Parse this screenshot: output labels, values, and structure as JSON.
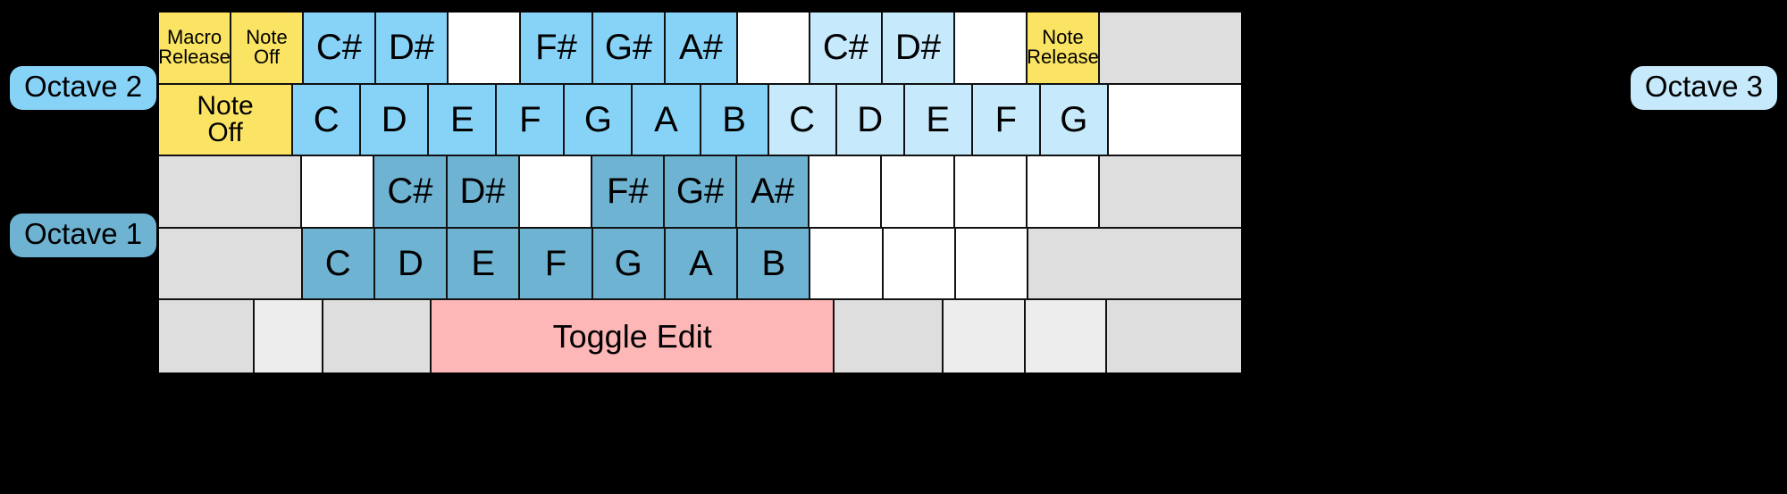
{
  "labels": {
    "octave1": "Octave 1",
    "octave2": "Octave 2",
    "octave3": "Octave 3"
  },
  "colors": {
    "background": "#000000",
    "yellow_special": "#fbe463",
    "octave2_sharp": "#87d3f8",
    "octave2_natural": "#87d3f8",
    "octave3_key": "#c6e9fb",
    "octave1_key": "#6fb3d2",
    "toggle_edit": "#fdb7b7",
    "inactive_gray": "#dedede",
    "inactive_gray_light": "#ededed",
    "blank_white": "#ffffff",
    "key_border": "#111111"
  },
  "keyboard": {
    "rows": [
      {
        "name": "octave2-sharps-row",
        "keys": [
          {
            "label": "Macro\nRelease",
            "color": "c-yellow",
            "size": "t-small",
            "span": 1,
            "interactable": true
          },
          {
            "label": "Note\nOff",
            "color": "c-yellow",
            "size": "t-small",
            "span": 1,
            "interactable": true
          },
          {
            "label": "C#",
            "color": "c-sky",
            "size": "t-note",
            "span": 1,
            "interactable": true
          },
          {
            "label": "D#",
            "color": "c-sky",
            "size": "t-note",
            "span": 1,
            "interactable": true
          },
          {
            "label": "",
            "color": "c-white",
            "size": "t-note",
            "span": 1,
            "interactable": true
          },
          {
            "label": "F#",
            "color": "c-sky",
            "size": "t-note",
            "span": 1,
            "interactable": true
          },
          {
            "label": "G#",
            "color": "c-sky",
            "size": "t-note",
            "span": 1,
            "interactable": true
          },
          {
            "label": "A#",
            "color": "c-sky",
            "size": "t-note",
            "span": 1,
            "interactable": true
          },
          {
            "label": "",
            "color": "c-white",
            "size": "t-note",
            "span": 1,
            "interactable": true
          },
          {
            "label": "C#",
            "color": "c-skylight",
            "size": "t-note",
            "span": 1,
            "interactable": true
          },
          {
            "label": "D#",
            "color": "c-skylight",
            "size": "t-note",
            "span": 1,
            "interactable": true
          },
          {
            "label": "",
            "color": "c-white",
            "size": "t-note",
            "span": 1,
            "interactable": true
          },
          {
            "label": "Note\nRelease",
            "color": "c-yellow",
            "size": "t-small",
            "span": 1,
            "interactable": true
          },
          {
            "label": "",
            "color": "c-gray",
            "size": "t-note",
            "span": 2,
            "interactable": false
          }
        ]
      },
      {
        "name": "octave2-naturals-row",
        "keys": [
          {
            "label": "Note\nOff",
            "color": "c-yellow",
            "size": "t-med",
            "span": 2,
            "interactable": true
          },
          {
            "label": "C",
            "color": "c-sky",
            "size": "t-note",
            "span": 1,
            "interactable": true
          },
          {
            "label": "D",
            "color": "c-sky",
            "size": "t-note",
            "span": 1,
            "interactable": true
          },
          {
            "label": "E",
            "color": "c-sky",
            "size": "t-note",
            "span": 1,
            "interactable": true
          },
          {
            "label": "F",
            "color": "c-sky",
            "size": "t-note",
            "span": 1,
            "interactable": true
          },
          {
            "label": "G",
            "color": "c-sky",
            "size": "t-note",
            "span": 1,
            "interactable": true
          },
          {
            "label": "A",
            "color": "c-sky",
            "size": "t-note",
            "span": 1,
            "interactable": true
          },
          {
            "label": "B",
            "color": "c-sky",
            "size": "t-note",
            "span": 1,
            "interactable": true
          },
          {
            "label": "C",
            "color": "c-skylight",
            "size": "t-note",
            "span": 1,
            "interactable": true
          },
          {
            "label": "D",
            "color": "c-skylight",
            "size": "t-note",
            "span": 1,
            "interactable": true
          },
          {
            "label": "E",
            "color": "c-skylight",
            "size": "t-note",
            "span": 1,
            "interactable": true
          },
          {
            "label": "F",
            "color": "c-skylight",
            "size": "t-note",
            "span": 1,
            "interactable": true
          },
          {
            "label": "G",
            "color": "c-skylight",
            "size": "t-note",
            "span": 1,
            "interactable": true
          },
          {
            "label": "",
            "color": "c-white",
            "size": "t-note",
            "span": 2,
            "interactable": true
          }
        ]
      },
      {
        "name": "octave1-sharps-row",
        "keys": [
          {
            "label": "",
            "color": "c-gray",
            "size": "t-note",
            "span": 2,
            "interactable": false
          },
          {
            "label": "",
            "color": "c-white",
            "size": "t-note",
            "span": 1,
            "interactable": true
          },
          {
            "label": "C#",
            "color": "c-steel",
            "size": "t-note",
            "span": 1,
            "interactable": true
          },
          {
            "label": "D#",
            "color": "c-steel",
            "size": "t-note",
            "span": 1,
            "interactable": true
          },
          {
            "label": "",
            "color": "c-white",
            "size": "t-note",
            "span": 1,
            "interactable": true
          },
          {
            "label": "F#",
            "color": "c-steel",
            "size": "t-note",
            "span": 1,
            "interactable": true
          },
          {
            "label": "G#",
            "color": "c-steel",
            "size": "t-note",
            "span": 1,
            "interactable": true
          },
          {
            "label": "A#",
            "color": "c-steel",
            "size": "t-note",
            "span": 1,
            "interactable": true
          },
          {
            "label": "",
            "color": "c-white",
            "size": "t-note",
            "span": 1,
            "interactable": true
          },
          {
            "label": "",
            "color": "c-white",
            "size": "t-note",
            "span": 1,
            "interactable": true
          },
          {
            "label": "",
            "color": "c-white",
            "size": "t-note",
            "span": 1,
            "interactable": true
          },
          {
            "label": "",
            "color": "c-white",
            "size": "t-note",
            "span": 1,
            "interactable": true
          },
          {
            "label": "",
            "color": "c-gray",
            "size": "t-note",
            "span": 2,
            "interactable": false
          }
        ]
      },
      {
        "name": "octave1-naturals-row",
        "keys": [
          {
            "label": "",
            "color": "c-gray",
            "size": "t-note",
            "span": 2,
            "interactable": false
          },
          {
            "label": "C",
            "color": "c-steel",
            "size": "t-note",
            "span": 1,
            "interactable": true
          },
          {
            "label": "D",
            "color": "c-steel",
            "size": "t-note",
            "span": 1,
            "interactable": true
          },
          {
            "label": "E",
            "color": "c-steel",
            "size": "t-note",
            "span": 1,
            "interactable": true
          },
          {
            "label": "F",
            "color": "c-steel",
            "size": "t-note",
            "span": 1,
            "interactable": true
          },
          {
            "label": "G",
            "color": "c-steel",
            "size": "t-note",
            "span": 1,
            "interactable": true
          },
          {
            "label": "A",
            "color": "c-steel",
            "size": "t-note",
            "span": 1,
            "interactable": true
          },
          {
            "label": "B",
            "color": "c-steel",
            "size": "t-note",
            "span": 1,
            "interactable": true
          },
          {
            "label": "",
            "color": "c-white",
            "size": "t-note",
            "span": 1,
            "interactable": true
          },
          {
            "label": "",
            "color": "c-white",
            "size": "t-note",
            "span": 1,
            "interactable": true
          },
          {
            "label": "",
            "color": "c-white",
            "size": "t-note",
            "span": 1,
            "interactable": true
          },
          {
            "label": "",
            "color": "c-gray",
            "size": "t-note",
            "span": 3,
            "interactable": false
          }
        ]
      },
      {
        "name": "bottom-modifier-row",
        "keys": [
          {
            "label": "",
            "color": "c-gray",
            "size": "t-note",
            "span": 1.4,
            "interactable": false
          },
          {
            "label": "",
            "color": "c-gray2",
            "size": "t-note",
            "span": 1,
            "interactable": false
          },
          {
            "label": "",
            "color": "c-gray",
            "size": "t-note",
            "span": 1.6,
            "interactable": false
          },
          {
            "label": "Toggle Edit",
            "color": "c-pink",
            "size": "t-toggle",
            "span": 6,
            "interactable": true
          },
          {
            "label": "",
            "color": "c-gray",
            "size": "t-note",
            "span": 1.6,
            "interactable": false
          },
          {
            "label": "",
            "color": "c-gray2",
            "size": "t-note",
            "span": 1.2,
            "interactable": false
          },
          {
            "label": "",
            "color": "c-gray2",
            "size": "t-note",
            "span": 1.2,
            "interactable": false
          },
          {
            "label": "",
            "color": "c-gray",
            "size": "t-note",
            "span": 2,
            "interactable": false
          }
        ]
      }
    ]
  }
}
